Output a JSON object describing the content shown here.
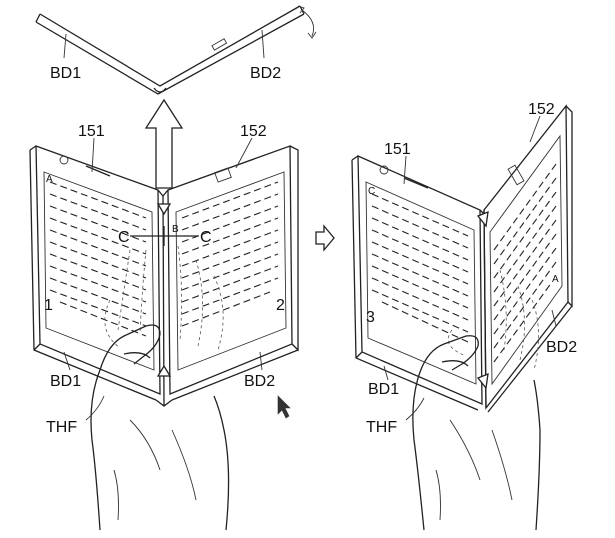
{
  "labels": {
    "top_bd1": "BD1",
    "top_bd2": "BD2",
    "left_151": "151",
    "left_152": "152",
    "left_bd1": "BD1",
    "left_bd2": "BD2",
    "left_thf": "THF",
    "left_page_1": "1",
    "left_page_2": "2",
    "left_c_left": "C",
    "left_c_right": "C",
    "left_b": "B",
    "left_a": "A",
    "right_151": "151",
    "right_152": "152",
    "right_bd1": "BD1",
    "right_bd2": "BD2",
    "right_thf": "THF",
    "right_page_3": "3",
    "right_c": "C",
    "right_a": "A"
  },
  "icons": {
    "transition_arrow": "hollow-right-arrow-icon",
    "fold_up_arrow": "hollow-up-arrow-icon",
    "rotate_arrow": "double-headed-curved-arrow-icon",
    "cursor": "mouse-pointer-icon"
  },
  "colors": {
    "line": "#222222",
    "background": "#ffffff"
  }
}
